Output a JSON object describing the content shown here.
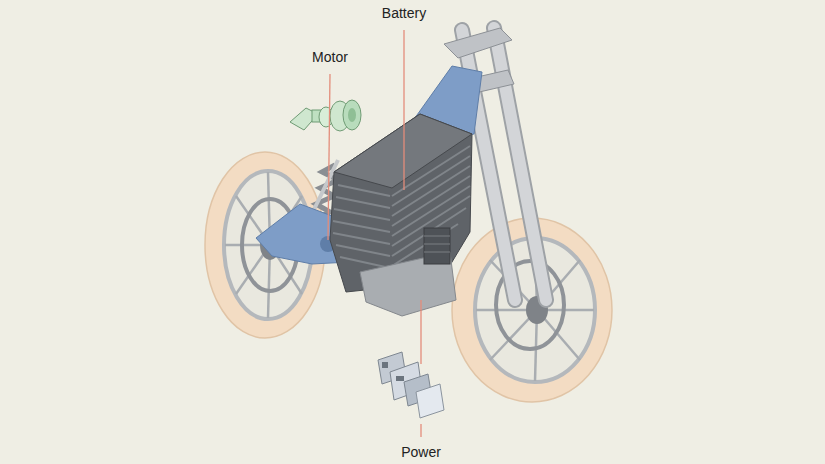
{
  "diagram": {
    "labels": [
      "Battery",
      "Motor",
      "Power"
    ]
  }
}
